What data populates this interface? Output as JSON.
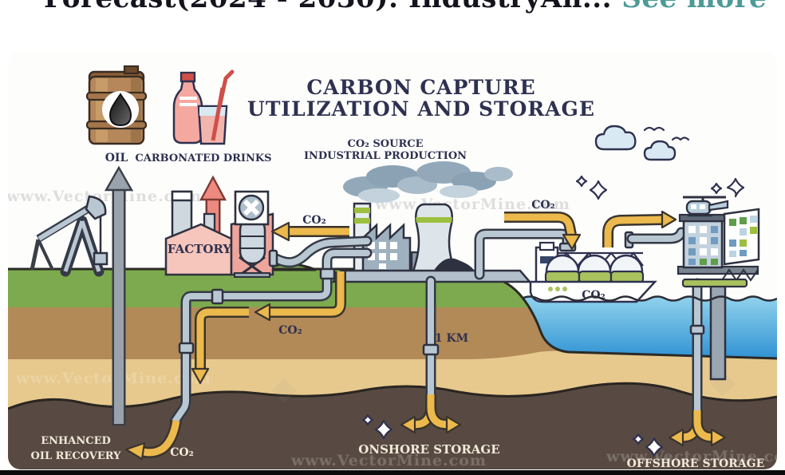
{
  "header": {
    "text": "Forecast(2024 - 2030): IndustryAn...",
    "see_more": "See more"
  },
  "diagram": {
    "title_line1": "CARBON CAPTURE",
    "title_line2": "UTILIZATION AND STORAGE",
    "subtitle_line1": "CO₂ SOURCE",
    "subtitle_line2": "INDUSTRIAL PRODUCTION",
    "labels": {
      "oil": "OIL",
      "carbonated_drinks": "CARBONATED DRINKS",
      "factory": "FACTORY",
      "co2_to_factory": "CO₂",
      "co2_to_ship": "CO₂",
      "co2_ship_hull": "CO₂",
      "co2_underground": "CO₂",
      "co2_eor": "CO₂",
      "depth": "1 KM",
      "eor_line1": "ENHANCED",
      "eor_line2": "OIL RECOVERY",
      "onshore_storage": "ONSHORE STORAGE",
      "offshore_storage": "OFFSHORE STORAGE"
    },
    "watermark": "www.VectorMine.com",
    "colors": {
      "title_navy": "#2e3150",
      "arrow_yellow": "#ecb94d",
      "grass_green": "#7daa4e",
      "soil_brown": "#b28a58",
      "sand_tan": "#e7c98e",
      "rock_dark": "#584a42",
      "water_top": "#8ed0ec",
      "water_deep": "#2f92d3",
      "pipe_steel": "#b9c7d2",
      "factory_pink": "#f2b9af",
      "accent_red": "#e0756c",
      "label_cream": "#f2ead9",
      "see_more_teal": "#4d9b97"
    }
  }
}
